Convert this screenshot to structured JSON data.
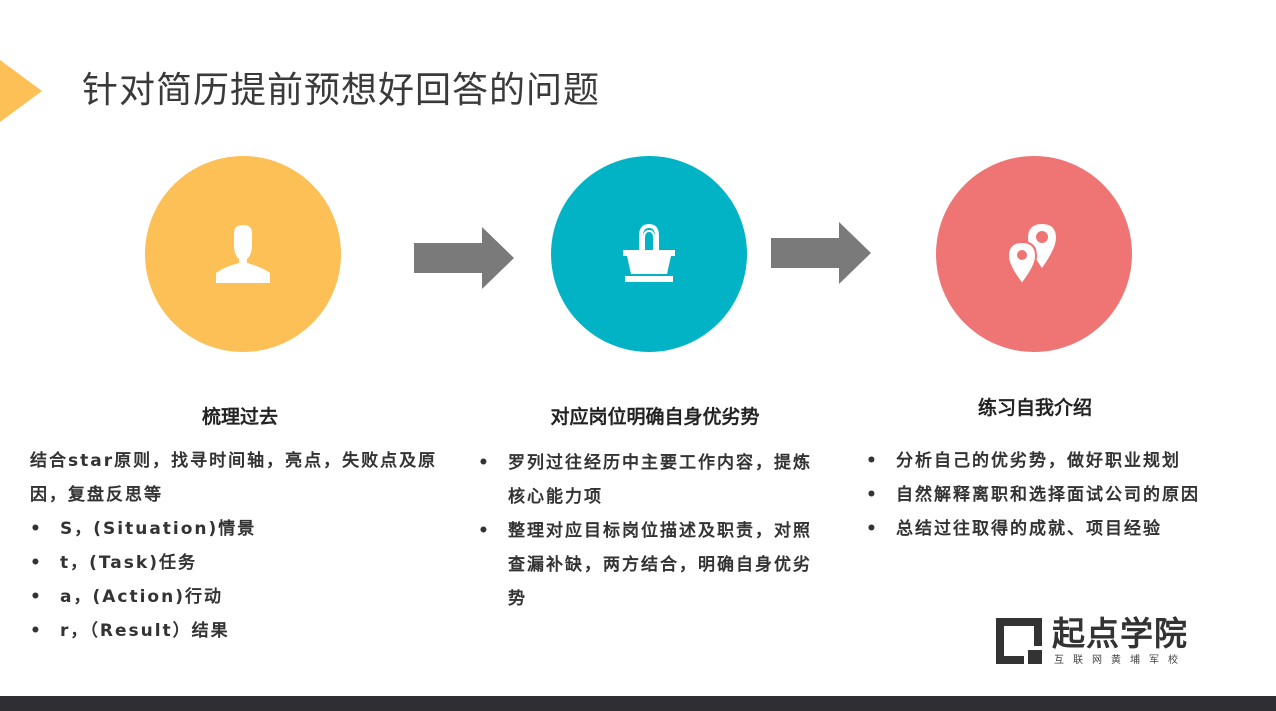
{
  "slide": {
    "title": "针对简历提前预想好回答的问题"
  },
  "colors": {
    "accent_yellow": "#fcc056",
    "accent_teal": "#02b3c6",
    "accent_red": "#ee7574",
    "arrow_gray": "#7a7a7a",
    "footer": "#2e2e33"
  },
  "steps": [
    {
      "icon": "user-icon",
      "title": "梳理过去",
      "intro": "结合star原则，找寻时间轴，亮点，失败点及原因，复盘反思等",
      "bullets": [
        "S，(Situation)情景",
        "t，(Task)任务",
        "a，(Action)行动",
        "r，（Result）结果"
      ]
    },
    {
      "icon": "binder-clip-icon",
      "title": "对应岗位明确自身优劣势",
      "bullets": [
        "罗列过往经历中主要工作内容，提炼核心能力项",
        "整理对应目标岗位描述及职责，对照查漏补缺，两方结合，明确自身优劣势"
      ]
    },
    {
      "icon": "location-pins-icon",
      "title": "练习自我介绍",
      "bullets": [
        "分析自己的优劣势，做好职业规划",
        "自然解释离职和选择面试公司的原因",
        "总结过往取得的成就、项目经验"
      ]
    }
  ],
  "logo": {
    "name": "起点学院",
    "tagline": "互联网黄埔军校"
  }
}
